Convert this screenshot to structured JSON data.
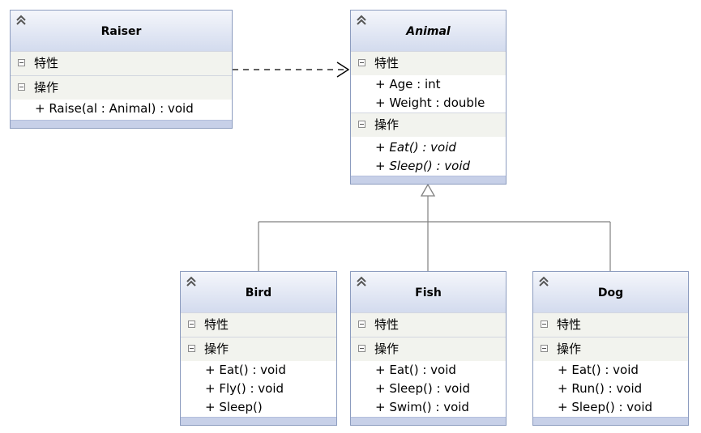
{
  "sections": {
    "attributes": "特性",
    "operations": "操作"
  },
  "classes": {
    "raiser": {
      "name": "Raiser",
      "attributes": [],
      "operations": [
        "+ Raise(al : Animal) : void"
      ]
    },
    "animal": {
      "name": "Animal",
      "attributes": [
        "+ Age : int",
        "+ Weight : double"
      ],
      "operations": [
        "+ Eat() : void",
        "+ Sleep() : void"
      ]
    },
    "bird": {
      "name": "Bird",
      "attributes": [],
      "operations": [
        "+ Eat() : void",
        "+ Fly() : void",
        "+ Sleep()"
      ]
    },
    "fish": {
      "name": "Fish",
      "attributes": [],
      "operations": [
        "+ Eat() : void",
        "+ Sleep() : void",
        "+ Swim() : void"
      ]
    },
    "dog": {
      "name": "Dog",
      "attributes": [],
      "operations": [
        "+ Eat() : void",
        "+ Run() : void",
        "+ Sleep() : void"
      ]
    }
  },
  "colors": {
    "border": "#8c9cbf",
    "header": "#d3dbee",
    "section": "#f2f3ee",
    "footer": "#c7d0e8",
    "connector": "#808080"
  },
  "icons": {
    "collapse": "double-chevron-up-icon",
    "toggle": "minus-box-icon"
  }
}
